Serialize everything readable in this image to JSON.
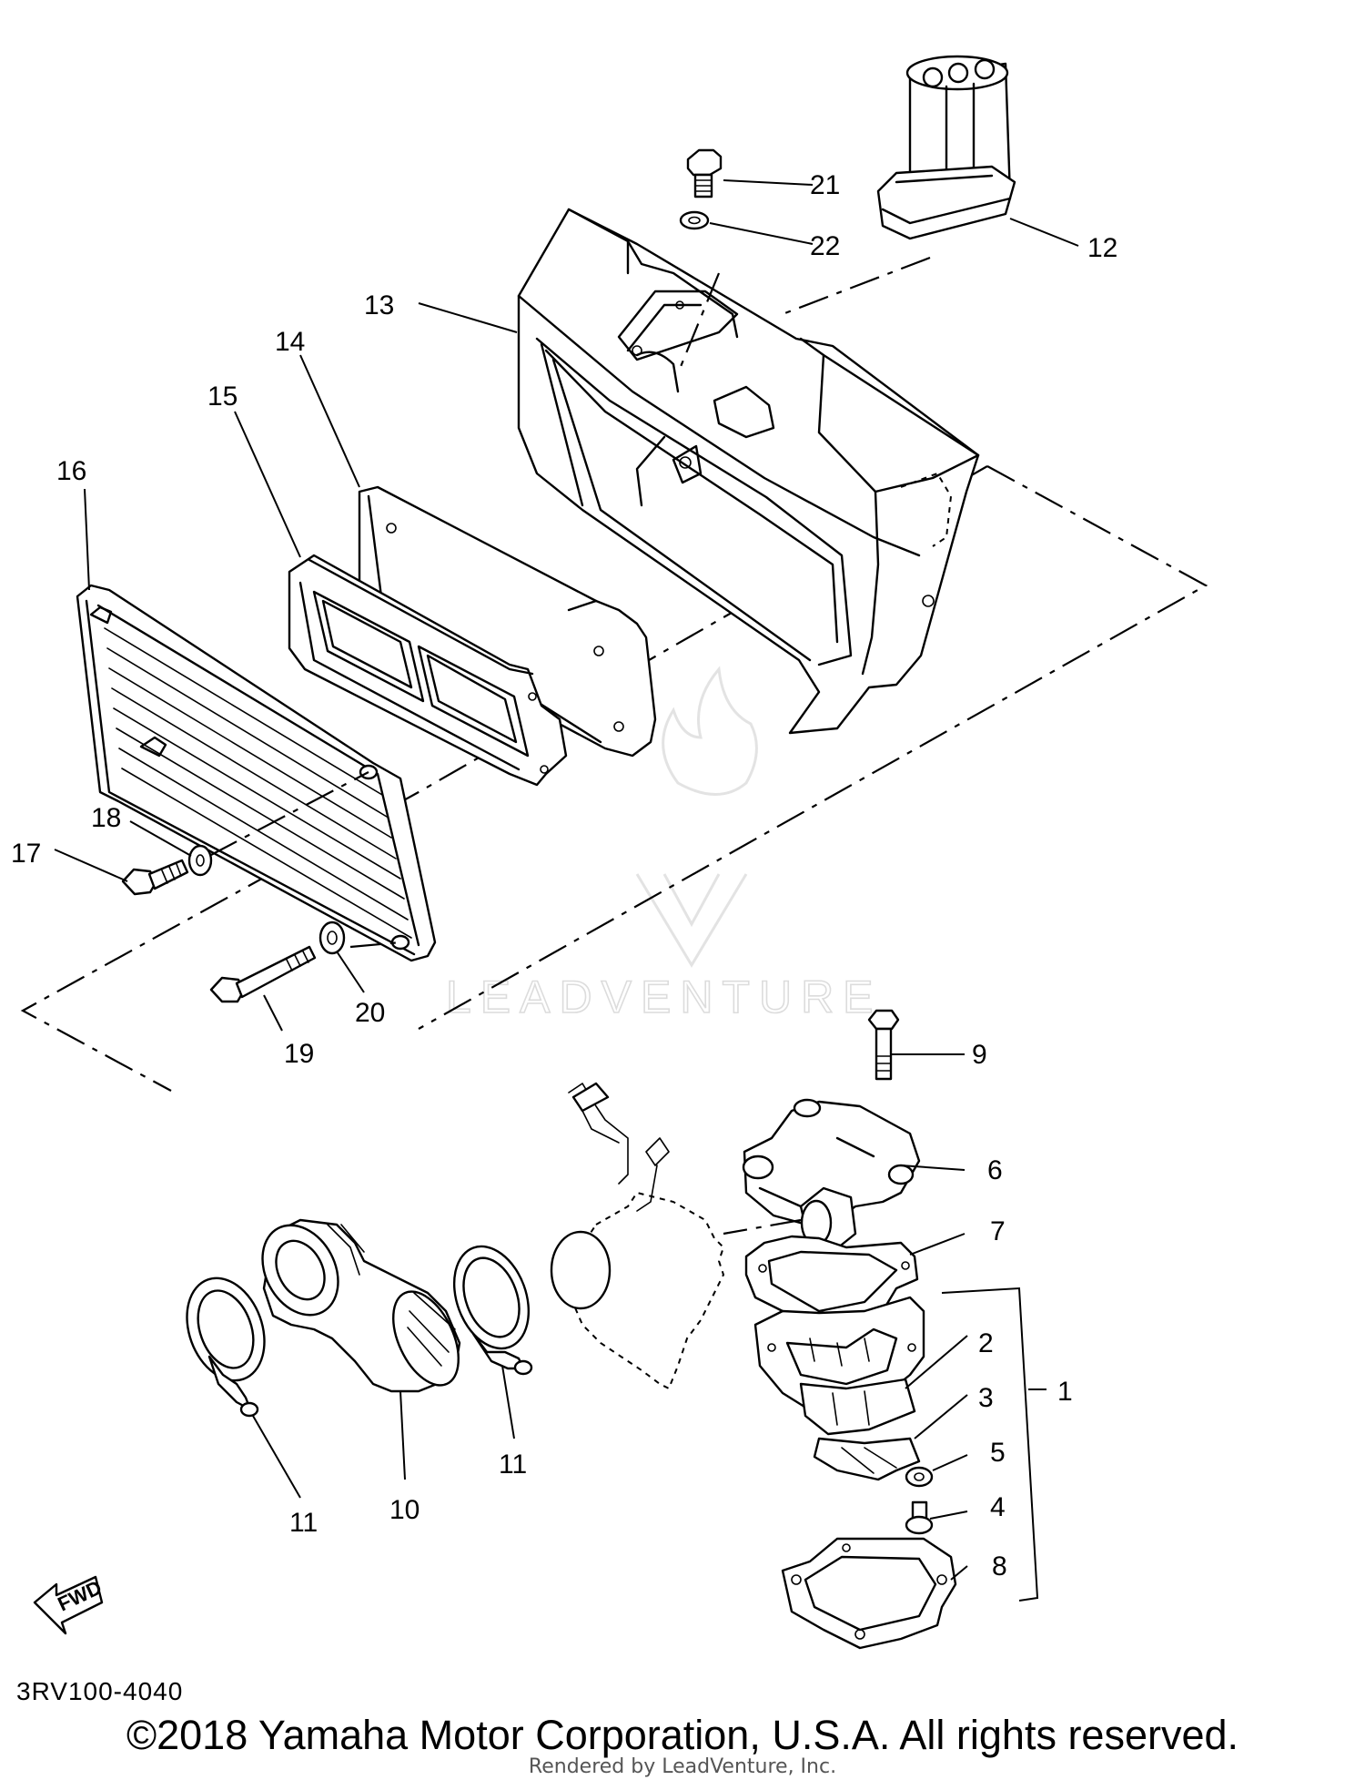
{
  "watermark": "LEADVENTURE",
  "part_labels": [
    "1",
    "2",
    "3",
    "4",
    "5",
    "6",
    "7",
    "8",
    "9",
    "10",
    "11",
    "11",
    "12",
    "13",
    "14",
    "15",
    "16",
    "17",
    "18",
    "19",
    "20",
    "21",
    "22"
  ],
  "fwd_label": "FWD",
  "diagram_code": "3RV100-4040",
  "copyright": "©2018 Yamaha Motor Corporation, U.S.A. All rights reserved.",
  "rendered_by": "Rendered by LeadVenture, Inc."
}
